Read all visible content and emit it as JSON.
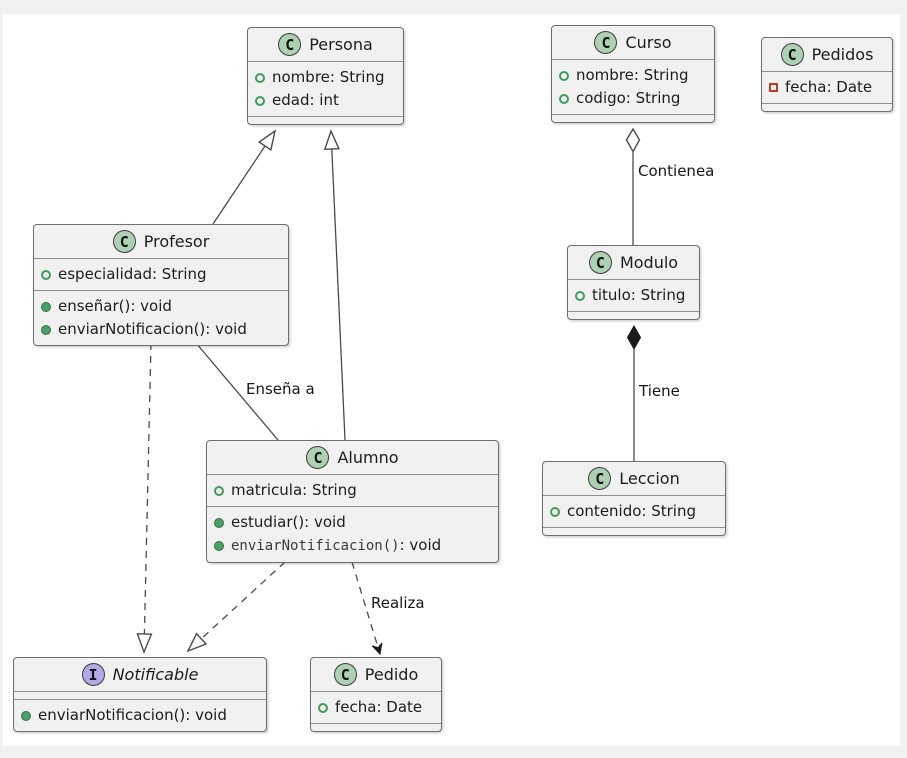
{
  "canvas": {
    "background": "#f1f1f1",
    "surface": "#ffffff"
  },
  "colors": {
    "class_icon_bg": "#add1b2",
    "interface_icon_bg": "#b4a7e5",
    "box_bg": "#f1f1f1",
    "box_border": "#6e6e6e",
    "line": "#4a4a4a",
    "public_field_green": "#3f9c5b",
    "public_method_green": "#4d9e67",
    "private_field_red": "#c0392b"
  },
  "classes": {
    "persona": {
      "icon_letter": "C",
      "name": "Persona",
      "fields": [
        "nombre: String",
        "edad: int"
      ]
    },
    "curso": {
      "icon_letter": "C",
      "name": "Curso",
      "fields": [
        "nombre: String",
        "codigo: String"
      ]
    },
    "pedidos": {
      "icon_letter": "C",
      "name": "Pedidos",
      "fields": [
        "fecha: Date"
      ]
    },
    "profesor": {
      "icon_letter": "C",
      "name": "Profesor",
      "fields": [
        "especialidad: String"
      ],
      "methods": [
        "enseñar(): void",
        "enviarNotificacion(): void"
      ]
    },
    "modulo": {
      "icon_letter": "C",
      "name": "Modulo",
      "fields": [
        "titulo: String"
      ]
    },
    "alumno": {
      "icon_letter": "C",
      "name": "Alumno",
      "fields": [
        "matricula: String"
      ],
      "methods": [
        "estudiar(): void"
      ],
      "method2_mono": "enviarNotificacion()",
      "method2_rest": ": void"
    },
    "leccion": {
      "icon_letter": "C",
      "name": "Leccion",
      "fields": [
        "contenido: String"
      ]
    },
    "notificable": {
      "icon_letter": "I",
      "name": "Notificable",
      "methods": [
        "enviarNotificacion(): void"
      ]
    },
    "pedido": {
      "icon_letter": "C",
      "name": "Pedido",
      "fields": [
        "fecha: Date"
      ]
    }
  },
  "edge_labels": {
    "ensena": "Enseña a",
    "contiene": "Contienea",
    "tiene": "Tiene",
    "realiza": "Realiza"
  }
}
